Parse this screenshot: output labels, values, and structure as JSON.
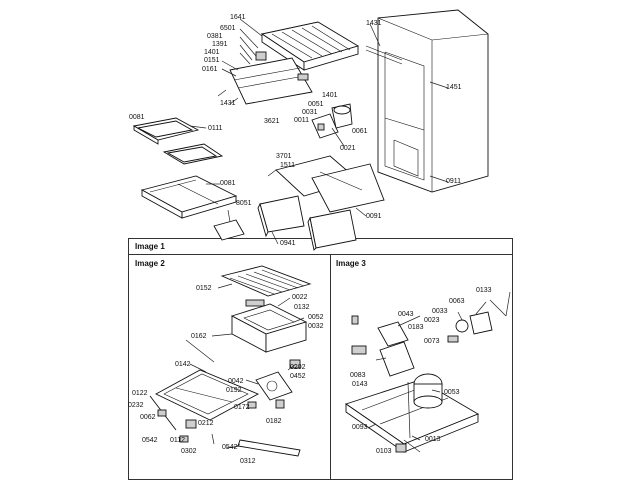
{
  "panels": [
    {
      "id": "image1",
      "title": "Image 1"
    },
    {
      "id": "image2",
      "title": "Image 2"
    },
    {
      "id": "image3",
      "title": "Image 3"
    }
  ],
  "callouts": {
    "image1": [
      "1641",
      "6501",
      "0381",
      "1391",
      "1401",
      "0151",
      "0161",
      "1431",
      "3621",
      "1401",
      "0051",
      "0031",
      "0011",
      "0061",
      "0021",
      "1431",
      "1451",
      "0911",
      "0081",
      "0111",
      "0081",
      "8051",
      "3701",
      "1511",
      "0091",
      "0941"
    ],
    "image2": [
      "0152",
      "0022",
      "0132",
      "0052",
      "0032",
      "0162",
      "0142",
      "0202",
      "0452",
      "0042",
      "0192",
      "0172",
      "0182",
      "0122",
      "0232",
      "0062",
      "0212",
      "0542",
      "0112",
      "0302",
      "0542",
      "0312"
    ],
    "image3": [
      "0133",
      "0063",
      "0033",
      "0023",
      "0043",
      "0183",
      "0073",
      "0083",
      "0143",
      "0053",
      "0093",
      "0013",
      "0103"
    ]
  }
}
